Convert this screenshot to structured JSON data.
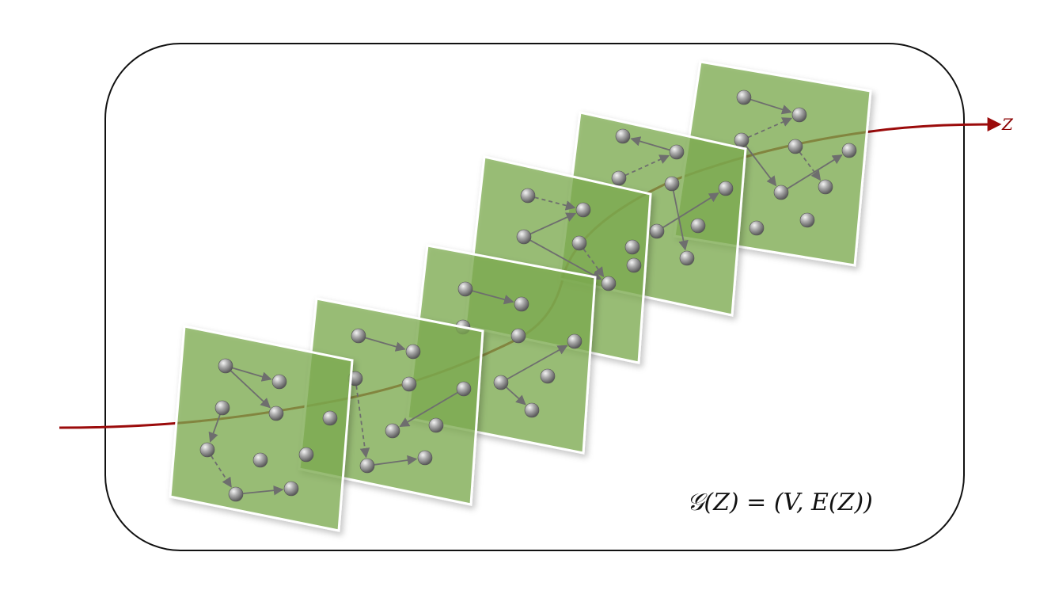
{
  "axis": {
    "label": "Z"
  },
  "formula": {
    "text": "𝒢(Z) = (V, E(Z))"
  },
  "colors": {
    "frame_border": "#111111",
    "layer_fill": "#7fae52",
    "layer_edge": "#ffffff",
    "timeline": "#9b0b0b",
    "edge": "#6e6e6e",
    "node_dark": "#6a6a6a",
    "node_light": "#e6e6e6"
  },
  "layer_count": 6,
  "icons": {
    "node": "sphere-node-icon",
    "arrow": "arrowhead-icon"
  }
}
